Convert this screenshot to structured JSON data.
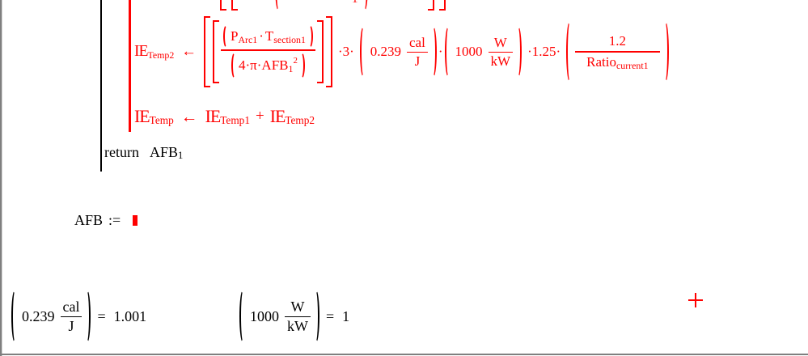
{
  "colors": {
    "formula_red": "#ff0000",
    "text_black": "#000000",
    "border_gray": "#7f7f7f",
    "background": "#ffffff"
  },
  "top_clipped_line": {
    "fragment_sub": "1"
  },
  "program": {
    "line1": {
      "lhs_base": "IE",
      "lhs_sub": "Temp2",
      "assign_op": "←",
      "big_fraction": {
        "num_t1_base": "P",
        "num_t1_sub": "Arc1",
        "num_dot": "·",
        "num_t2_base": "T",
        "num_t2_sub": "section1",
        "den_pre": "4·π·",
        "den_base": "AFB",
        "den_sub": "1",
        "den_sup": "2"
      },
      "op_times3": "·3·",
      "cal_factor": {
        "coef": "0.239",
        "unit_num": "cal",
        "unit_den": "J"
      },
      "op_dot": "·",
      "kw_factor": {
        "coef": "1000",
        "unit_num": "W",
        "unit_den": "kW"
      },
      "op_times125": "·1.25·",
      "ratio_factor": {
        "num": "1.2",
        "den_base": "Ratio",
        "den_sub": "current1"
      }
    },
    "line2": {
      "lhs_base": "IE",
      "lhs_sub": "Temp",
      "assign_op": "←",
      "term1_base": "IE",
      "term1_sub": "Temp1",
      "plus_op": "+",
      "term2_base": "IE",
      "term2_sub": "Temp2"
    },
    "line3": {
      "keyword": "return",
      "var_base": "AFB",
      "var_sub": "1"
    }
  },
  "assignment": {
    "lhs": "AFB",
    "op": ":="
  },
  "results": [
    {
      "coef": "0.239",
      "unit_num": "cal",
      "unit_den": "J",
      "eq": "=",
      "value": "1.001"
    },
    {
      "coef": "1000",
      "unit_num": "W",
      "unit_den": "kW",
      "eq": "=",
      "value": "1"
    }
  ]
}
